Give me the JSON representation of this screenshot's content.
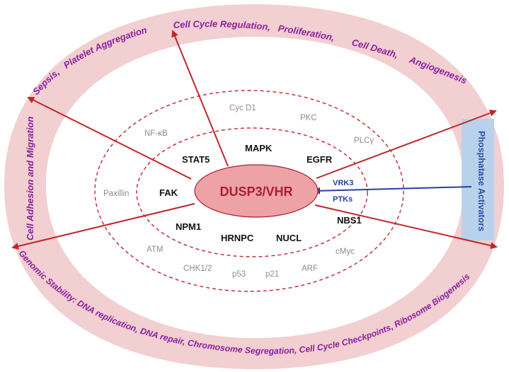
{
  "center_label": "DUSP3/VHR",
  "outer_ring": {
    "top_right": "Cell Cycle Regulation,   Proliferation,       Cell Death,     Angiogenesis",
    "top_left": "Sepsis,   Platelet Aggregation",
    "left": "Cell Adhesion and Migration",
    "bottom": "Genomic Stability: DNA replication, DNA repair, Chromosome Segregation, Cell Cycle Checkpoints, Ribosome Biogenesis"
  },
  "phosphatase_box": "Phosphatase   Activators",
  "activators": [
    "VRK3",
    "PTKs"
  ],
  "inner_substrates": [
    "STAT5",
    "MAPK",
    "EGFR",
    "FAK",
    "NBS1",
    "NPM1",
    "HRNPC",
    "NUCL"
  ],
  "outer_substrates": [
    "Cyc D1",
    "PKC",
    "NF-κB",
    "PLCγ",
    "Paxillin",
    "ATM",
    "cMyc",
    "CHK1/2",
    "p53",
    "p21",
    "ARF"
  ],
  "colors": {
    "ring": "#f2cfd0",
    "center_fill": "#eda3a6",
    "arrow": "#c0262c",
    "dashed": "#c0262c",
    "ring_text": "#8b1fa0",
    "phosphatase_box": "#b9d2ec",
    "activator_arrow": "#2a3fa0"
  }
}
